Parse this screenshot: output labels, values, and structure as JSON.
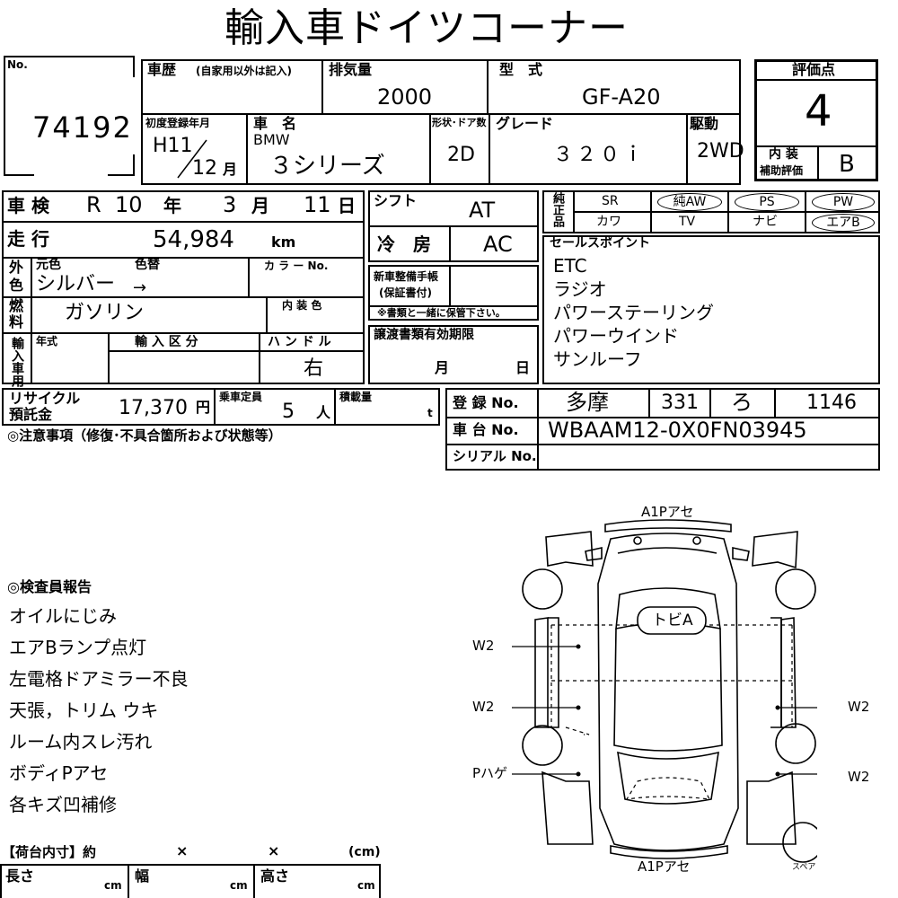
{
  "title": "輸入車ドイツコーナー",
  "lot": {
    "no_label": "No.",
    "number": "74192"
  },
  "history": {
    "label": "車歴",
    "note": "(自家用以外は記入)",
    "value": ""
  },
  "displacement": {
    "label": "排気量",
    "value": "2000"
  },
  "model_code": {
    "label": "型　式",
    "value": "GF-A20"
  },
  "first_reg": {
    "label": "初度登録年月",
    "era_year": "H11",
    "month": "12",
    "month_unit": "月"
  },
  "car_name": {
    "label": "車　名",
    "maker": "BMW",
    "name": "３シリーズ"
  },
  "body_doors": {
    "label": "形状･ドア数",
    "value": "2D"
  },
  "grade": {
    "label": "グレード",
    "value": "３２０ｉ"
  },
  "drive": {
    "label": "駆動",
    "value": "2WD"
  },
  "score": {
    "label": "評価点",
    "value": "4",
    "interior_label1": "内 装",
    "interior_label2": "補助評価",
    "interior_value": "B"
  },
  "inspection": {
    "label": "車 検",
    "era": "R",
    "year": "10",
    "year_unit": "年",
    "month": "3",
    "month_unit": "月",
    "day": "11",
    "day_unit": "日"
  },
  "mileage": {
    "label": "走 行",
    "value": "54,984",
    "unit": "km"
  },
  "shift": {
    "label": "シフト",
    "value": "AT"
  },
  "aircon": {
    "label": "冷　房",
    "value": "AC"
  },
  "color": {
    "side_label1": "外",
    "side_label2": "色",
    "orig_label": "元色",
    "change_label": "色替",
    "value": "シルバー",
    "change_value": "→",
    "code_label": "カ ラ ー No."
  },
  "fuel": {
    "side_label1": "燃",
    "side_label2": "料",
    "value": "ガソリン",
    "interior_color_label": "内 装 色"
  },
  "new_car_manual": {
    "label1": "新車整備手帳",
    "label2": "(保証書付)",
    "note": "※書類と一緒に保管下さい。"
  },
  "import": {
    "side_label": "輸入車用",
    "year_label": "年式",
    "category_label": "輸 入 区 分",
    "handle_label": "ハ ン ド ル",
    "handle_value": "右"
  },
  "transfer": {
    "label": "譲渡書類有効期限",
    "month_unit": "月",
    "day_unit": "日"
  },
  "equipment": {
    "side_label": "純正品",
    "row1": [
      "SR",
      "純AW",
      "PS",
      "PW"
    ],
    "row2": [
      "カワ",
      "TV",
      "ナビ",
      "エアB"
    ],
    "circled": [
      "純AW",
      "PS",
      "PW",
      "エアB"
    ]
  },
  "sales_points": {
    "label": "セールスポイント",
    "items": [
      "ETC",
      "ラジオ",
      "パワーステーリング",
      "パワーウインド",
      "サンルーフ"
    ]
  },
  "recycle": {
    "label1": "リサイクル",
    "label2": "預託金",
    "value": "17,370",
    "unit": "円"
  },
  "capacity": {
    "label": "乗車定員",
    "value": "5",
    "unit": "人"
  },
  "load": {
    "label": "積載量",
    "unit": "t"
  },
  "notes_label": "◎注意事項（修復･不具合箇所および状態等）",
  "registration": {
    "label": "登 録 No.",
    "area": "多摩",
    "class": "331",
    "kana": "ろ",
    "number": "1146"
  },
  "chassis": {
    "label": "車 台 No.",
    "value": "WBAAM12-0X0FN03945"
  },
  "serial": {
    "label": "シリアル No.",
    "value": ""
  },
  "inspector": {
    "label": "◎検査員報告",
    "items": [
      "オイルにじみ",
      "エアBランプ点灯",
      "左電格ドアミラー不良",
      "天張，トリム ウキ",
      "ルーム内スレ汚れ",
      "ボディPアセ",
      "各キズ凹補修"
    ]
  },
  "cargo": {
    "label": "【荷台内寸】約",
    "times": "×",
    "unit_cm": "(cm)",
    "length_label": "長さ",
    "width_label": "幅",
    "height_label": "高さ",
    "cm": "cm"
  },
  "diagram": {
    "front": "A1Pアセ",
    "rear": "A1Pアセ",
    "roof": "トビA",
    "left": [
      "W2",
      "W2",
      "Pハゲ"
    ],
    "right": [
      "W2",
      "W2"
    ],
    "spare": "スペア"
  }
}
